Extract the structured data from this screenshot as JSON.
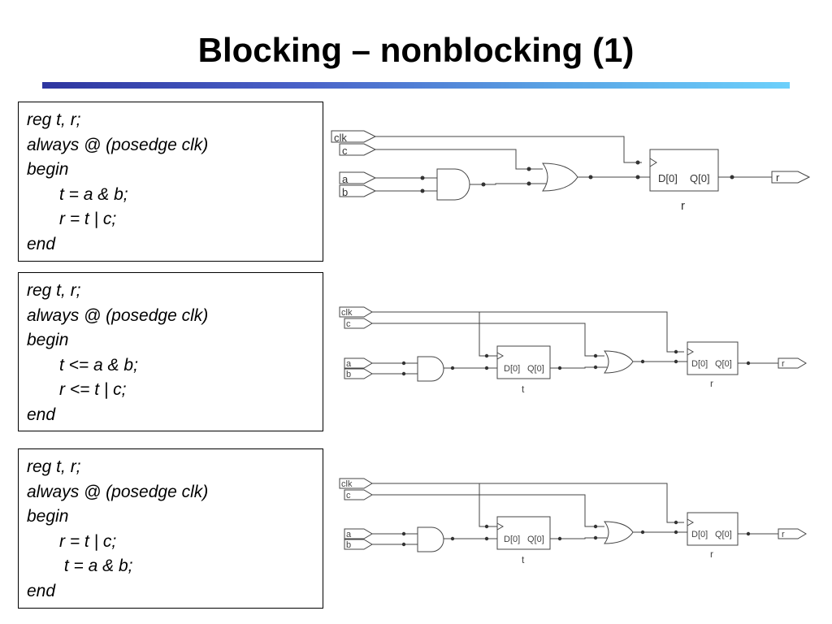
{
  "slide": {
    "title": "Blocking – nonblocking (1)"
  },
  "examples": [
    {
      "code": [
        "reg t, r;",
        "always @ (posedge clk)",
        "begin",
        "t = a & b;",
        "r = t | c;",
        "end"
      ],
      "circuit": {
        "inputs": [
          "clk",
          "c",
          "a",
          "b"
        ],
        "ff_d": "D[0]",
        "ff_q": "Q[0]",
        "ff_name": "r",
        "output": "r"
      }
    },
    {
      "code": [
        "reg t, r;",
        "always @ (posedge clk)",
        "begin",
        "t <= a & b;",
        "r <= t | c;",
        "end"
      ],
      "circuit": {
        "inputs": [
          "clk",
          "c",
          "a",
          "b"
        ],
        "ff1_d": "D[0]",
        "ff1_q": "Q[0]",
        "ff1_name": "t",
        "ff2_d": "D[0]",
        "ff2_q": "Q[0]",
        "ff2_name": "r",
        "output": "r"
      }
    },
    {
      "code": [
        "reg t, r;",
        "always @ (posedge clk)",
        "begin",
        "r = t | c;",
        " t = a & b;",
        "end"
      ],
      "circuit": {
        "inputs": [
          "clk",
          "c",
          "a",
          "b"
        ],
        "ff1_d": "D[0]",
        "ff1_q": "Q[0]",
        "ff1_name": "t",
        "ff2_d": "D[0]",
        "ff2_q": "Q[0]",
        "ff2_name": "r",
        "output": "r"
      }
    }
  ]
}
